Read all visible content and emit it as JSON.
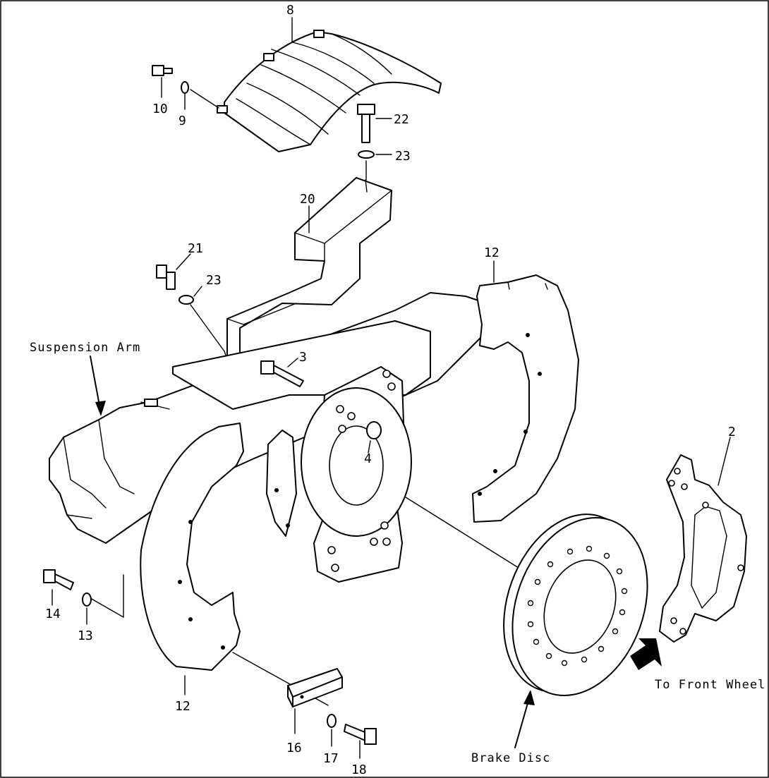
{
  "labels": {
    "p2": "2",
    "p3": "3",
    "p4": "4",
    "p8": "8",
    "p9": "9",
    "p10": "10",
    "p12a": "12",
    "p12b": "12",
    "p13": "13",
    "p14": "14",
    "p16": "16",
    "p17": "17",
    "p18": "18",
    "p20": "20",
    "p21": "21",
    "p22": "22",
    "p23a": "23",
    "p23b": "23"
  },
  "names": {
    "suspension_arm": "Suspension Arm",
    "brake_disc": "Brake Disc",
    "to_front_wheel": "To Front Wheel"
  }
}
